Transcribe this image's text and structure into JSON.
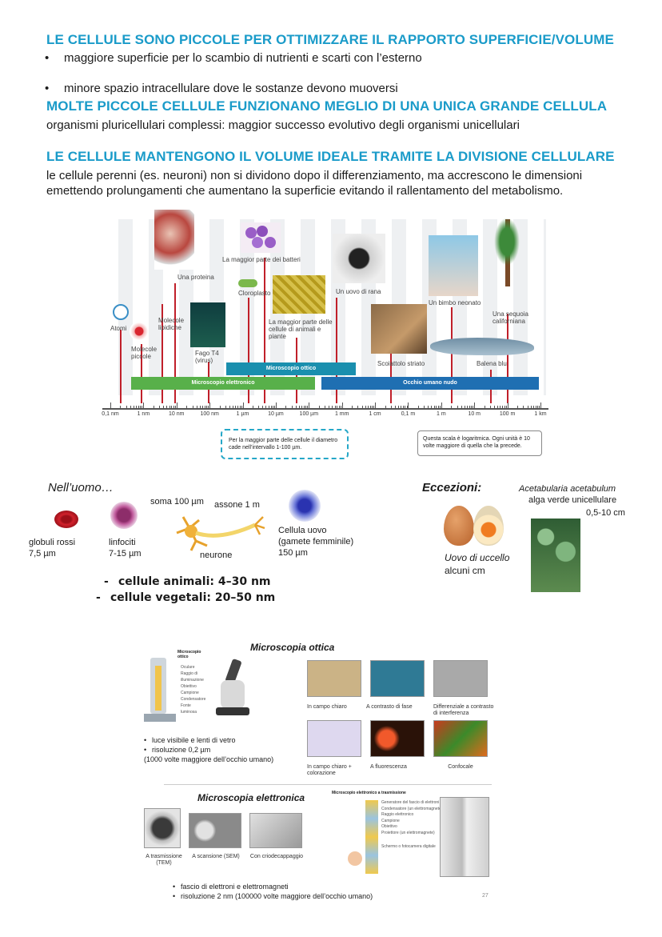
{
  "sections": [
    {
      "title": "LE CELLULE SONO PICCOLE PER OTTIMIZZARE IL RAPPORTO SUPERFICIE/VOLUME",
      "bullets": [
        "maggiore superficie per lo scambio di nutrienti e scarti con l’esterno",
        "minore spazio intracellulare dove le sostanze devono muoversi"
      ]
    },
    {
      "title": "MOLTE PICCOLE CELLULE FUNZIONANO MEGLIO DI UNA UNICA GRANDE CELLULA",
      "text": "organismi pluricellulari complessi: maggior successo evolutivo degli organismi unicellulari"
    },
    {
      "title": "LE CELLULE MANTENGONO IL VOLUME IDEALE TRAMITE LA DIVISIONE CELLULARE",
      "text_line1": "le cellule perenni (es. neuroni) non si dividono dopo il differenziamento, ma accrescono le dimensioni",
      "text_line2": "emettendo prolungamenti che aumentano la superficie evitando il rallentamento del metabolismo."
    }
  ],
  "scale_figure": {
    "ticks": [
      "0,1 nm",
      "1 nm",
      "10 nm",
      "100 nm",
      "1 µm",
      "10 µm",
      "100 µm",
      "1 mm",
      "1 cm",
      "0,1 m",
      "1 m",
      "10 m",
      "100 m",
      "1 km"
    ],
    "bars": {
      "optical": "Microscopio ottico",
      "electron": "Microscopio elettronico",
      "eye": "Occhio umano nudo"
    },
    "items": {
      "atomi": "Atomi",
      "molecole_piccole": "Molecole piccole",
      "molecole_lipidiche": "Molecole lipidiche",
      "una_proteina": "Una proteina",
      "fago": "Fago T4 (virus)",
      "batteri": "La maggior parte dei batteri",
      "cloroplasto": "Cloroplasto",
      "cellule": "La maggior parte delle cellule di animali e piante",
      "uovo_rana": "Un uovo di rana",
      "scoiattolo": "Scoiattolo striato",
      "bimbo": "Un bimbo neonato",
      "balena": "Balena blu",
      "sequoia": "Una sequoia californiana"
    },
    "note_cells": "Per la maggior parte delle cellule il diametro cade nell’intervallo 1-100 µm.",
    "note_log": "Questa scala è logaritmica. Ogni unità è 10 volte maggiore di quella che la precede."
  },
  "human": {
    "heading": "Nell’uomo…",
    "rbc": "globuli rossi",
    "rbc_size": "7,5 µm",
    "lymph": "linfociti",
    "lymph_size": "7-15 µm",
    "soma": "soma 100 µm",
    "axon": "assone 1 m",
    "neuron": "neurone",
    "egg": "Cellula uovo",
    "egg_sub": "(gamete femminile)",
    "egg_size": "150 µm",
    "note1": "cellule animali: 4–30 nm",
    "note2": "cellule vegetali: 20–50 nm"
  },
  "exceptions": {
    "heading": "Eccezioni:",
    "bird_egg": "Uovo di uccello",
    "bird_egg_size": "alcuni cm",
    "aceta_name": "Acetabularia acetabulum",
    "aceta_desc": "alga verde unicellulare",
    "aceta_size": "0,5-10 cm"
  },
  "optical": {
    "title": "Microscopia ottica",
    "microscope_caption": "Microscopio ottico",
    "parts": [
      "Oculare",
      "Raggio di illuminazione",
      "Obiettivo",
      "Campione",
      "Condensatore",
      "Fonte luminosa"
    ],
    "images": [
      "In campo chiaro",
      "A contrasto di fase",
      "Differenziale a contrasto di interferenza",
      "In campo chiaro + colorazione",
      "A fluorescenza",
      "Confocale"
    ],
    "bullets": [
      "luce visibile e lenti di vetro",
      "risoluzione 0,2 µm"
    ],
    "note": "(1000 volte maggiore dell’occhio umano)"
  },
  "electron": {
    "title": "Microscopia elettronica",
    "tem_title": "Microscopio elettronico a trasmissione",
    "parts": [
      "Generatore del fascio di elettroni",
      "Condensatore (un elettromagnete)",
      "Raggio elettronico",
      "Campione",
      "Obiettivo",
      "Proiettore (un elettromagnete)",
      "Schermo o fotocamera digitale"
    ],
    "images": [
      "A trasmissione (TEM)",
      "A scansione (SEM)",
      "Con criodecappaggio"
    ],
    "bullets": [
      "fascio di elettroni e elettromagneti",
      "risoluzione 2 nm (100000 volte maggiore dell’occhio umano)"
    ]
  },
  "page_number": "27",
  "colors": {
    "heading": "#1a9bc9",
    "axis_red": "#c0202a",
    "optical_bar": "#1a8fae",
    "electron_bar": "#58b04a",
    "eye_bar": "#1f6fb2"
  }
}
